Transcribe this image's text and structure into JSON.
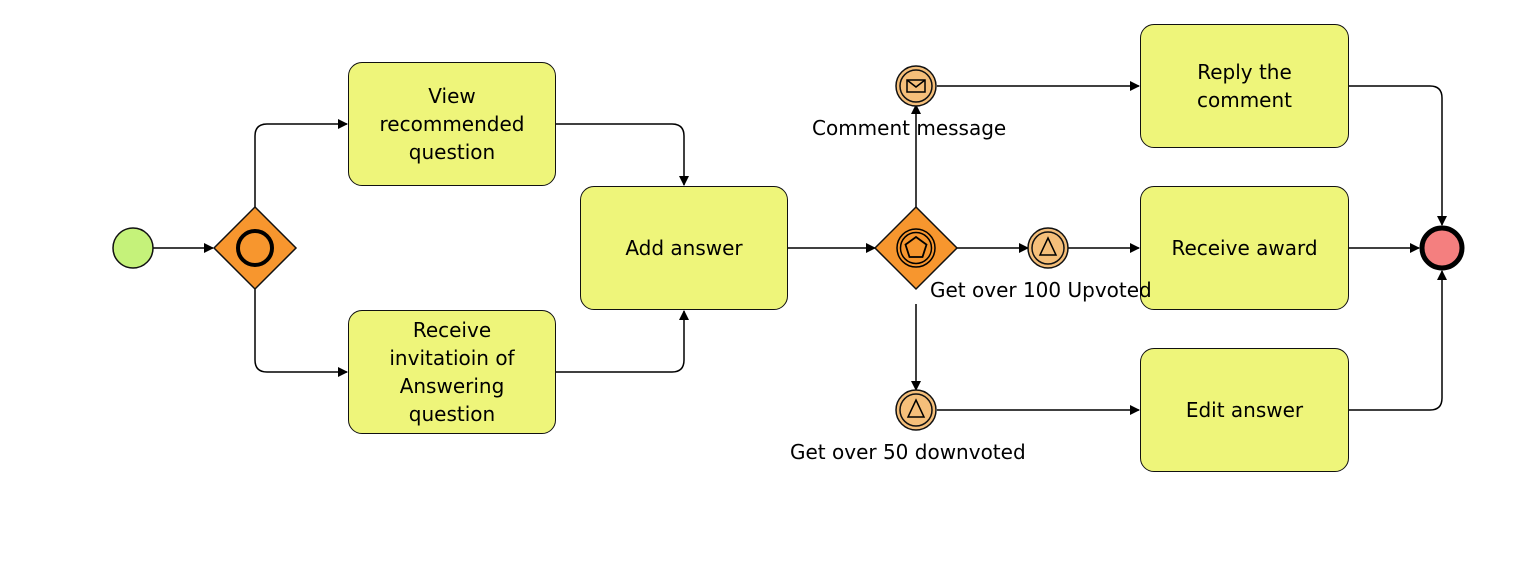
{
  "tasks": {
    "view_recommended": "View\nrecommended\nquestion",
    "receive_invitation": "Receive\ninvitatioin of\nAnswering\nquestion",
    "add_answer": "Add answer",
    "reply_comment": "Reply the\ncomment",
    "receive_award": "Receive award",
    "edit_answer": "Edit answer"
  },
  "event_labels": {
    "comment_message": "Comment message",
    "upvoted": "Get over 100 Upvoted",
    "downvoted": "Get over 50 downvoted"
  },
  "icons": {
    "start": "start-event-circle",
    "split_gateway": "inclusive-gateway-circle",
    "event_gateway": "event-based-gateway-pentagon",
    "message_event": "envelope",
    "escalation_event": "triangle",
    "end": "end-event-thick-circle"
  },
  "colors": {
    "task_fill": "#eef57a",
    "gateway_fill": "#f7962e",
    "intermediate_event_fill": "#f5bf7a",
    "start_fill": "#c5f27a",
    "end_fill": "#f47f7f",
    "stroke": "#111111"
  }
}
